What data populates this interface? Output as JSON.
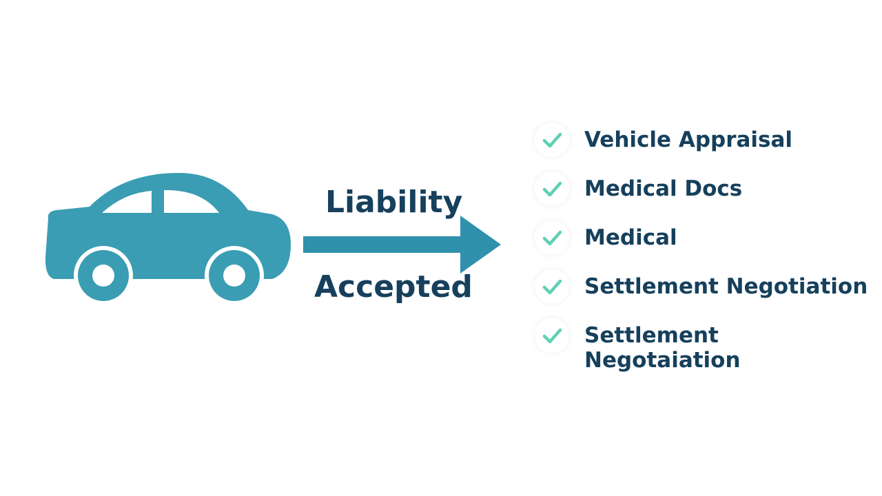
{
  "colors": {
    "car": "#3a9db3",
    "arrow": "#2f91ab",
    "text": "#16405c",
    "check": "#5fd0b4",
    "background": "#ffffff"
  },
  "icons": {
    "car": "car-icon",
    "arrow": "arrow-right-icon",
    "check": "check-icon"
  },
  "arrow": {
    "label_top": "Liability",
    "label_bottom": "Accepted"
  },
  "checklist": [
    "Vehicle Appraisal",
    "Medical Docs",
    "Medical",
    "Settlement Negotiation",
    "Settlement\nNegotaiation"
  ]
}
